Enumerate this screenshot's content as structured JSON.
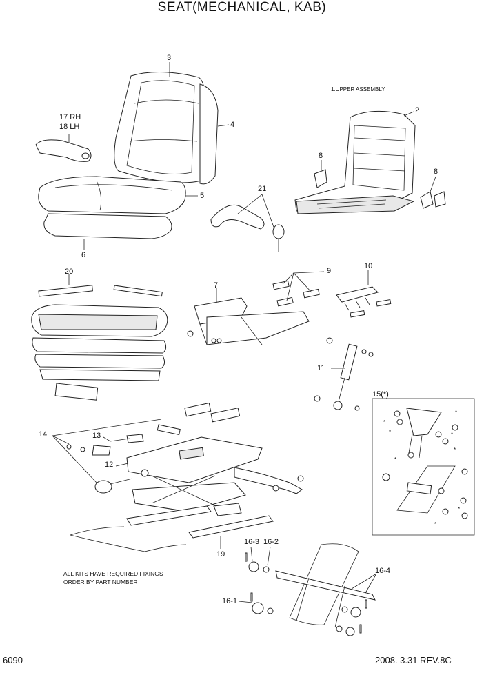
{
  "title": "SEAT(MECHANICAL, KAB)",
  "upper_assembly_label": "1.UPPER ASSEMBLY",
  "callouts": {
    "c2": "2",
    "c3": "3",
    "c4": "4",
    "c5": "5",
    "c6": "6",
    "c7": "7",
    "c8a": "8",
    "c8b": "8",
    "c9": "9",
    "c10": "10",
    "c11": "11",
    "c12": "12",
    "c13": "13",
    "c14": "14",
    "c15": "15(*)",
    "c16_1": "16-1",
    "c16_2": "16-2",
    "c16_3": "16-3",
    "c16_4": "16-4",
    "c17": "17 RH",
    "c18": "18 LH",
    "c19": "19",
    "c20": "20",
    "c21": "21"
  },
  "notes": [
    "ALL KITS HAVE REQUIRED FIXINGS",
    "ORDER BY PART NUMBER"
  ],
  "footer": {
    "page": "6090",
    "date_rev": "2008. 3.31  REV.8C"
  },
  "kit_marker": "*"
}
